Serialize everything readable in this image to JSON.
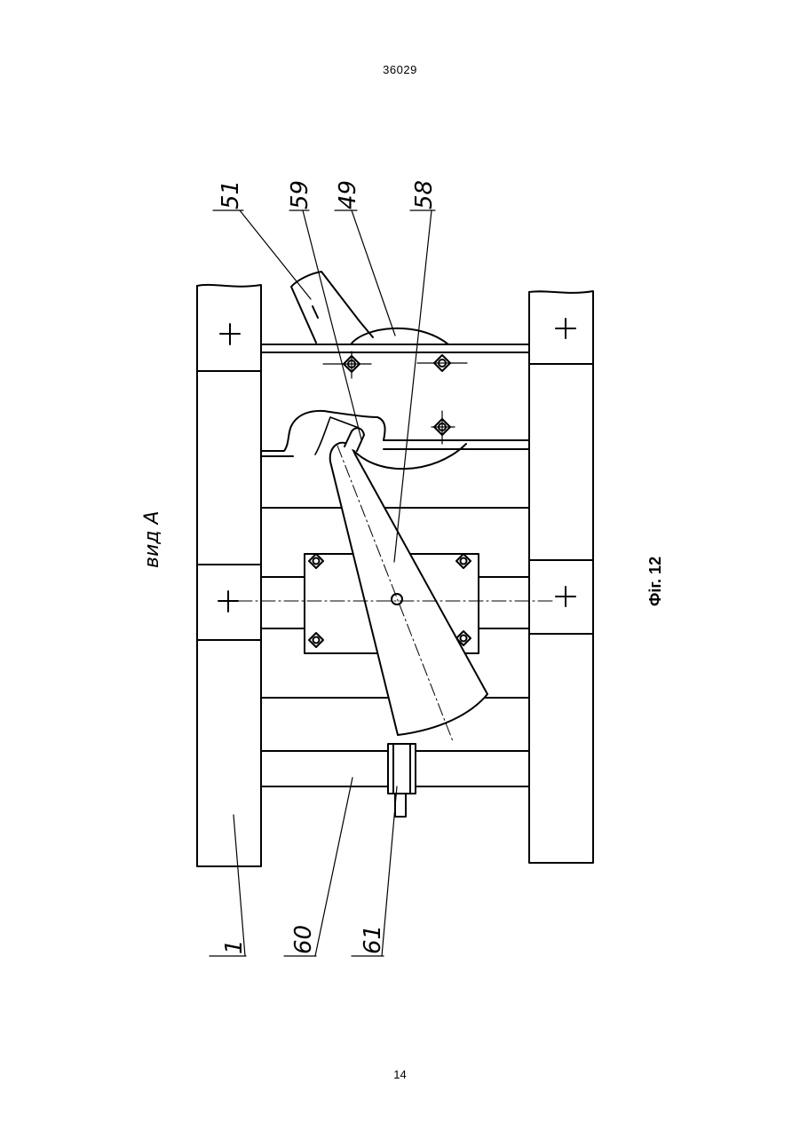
{
  "header": {
    "doc_number": "36029"
  },
  "footer": {
    "page_number": "14"
  },
  "figure": {
    "caption": "Фіг. 12",
    "view_label": "вид А",
    "callouts": {
      "c51": "51",
      "c59": "59",
      "c49": "49",
      "c58": "58",
      "c1": "1",
      "c60": "60",
      "c61": "61"
    }
  }
}
